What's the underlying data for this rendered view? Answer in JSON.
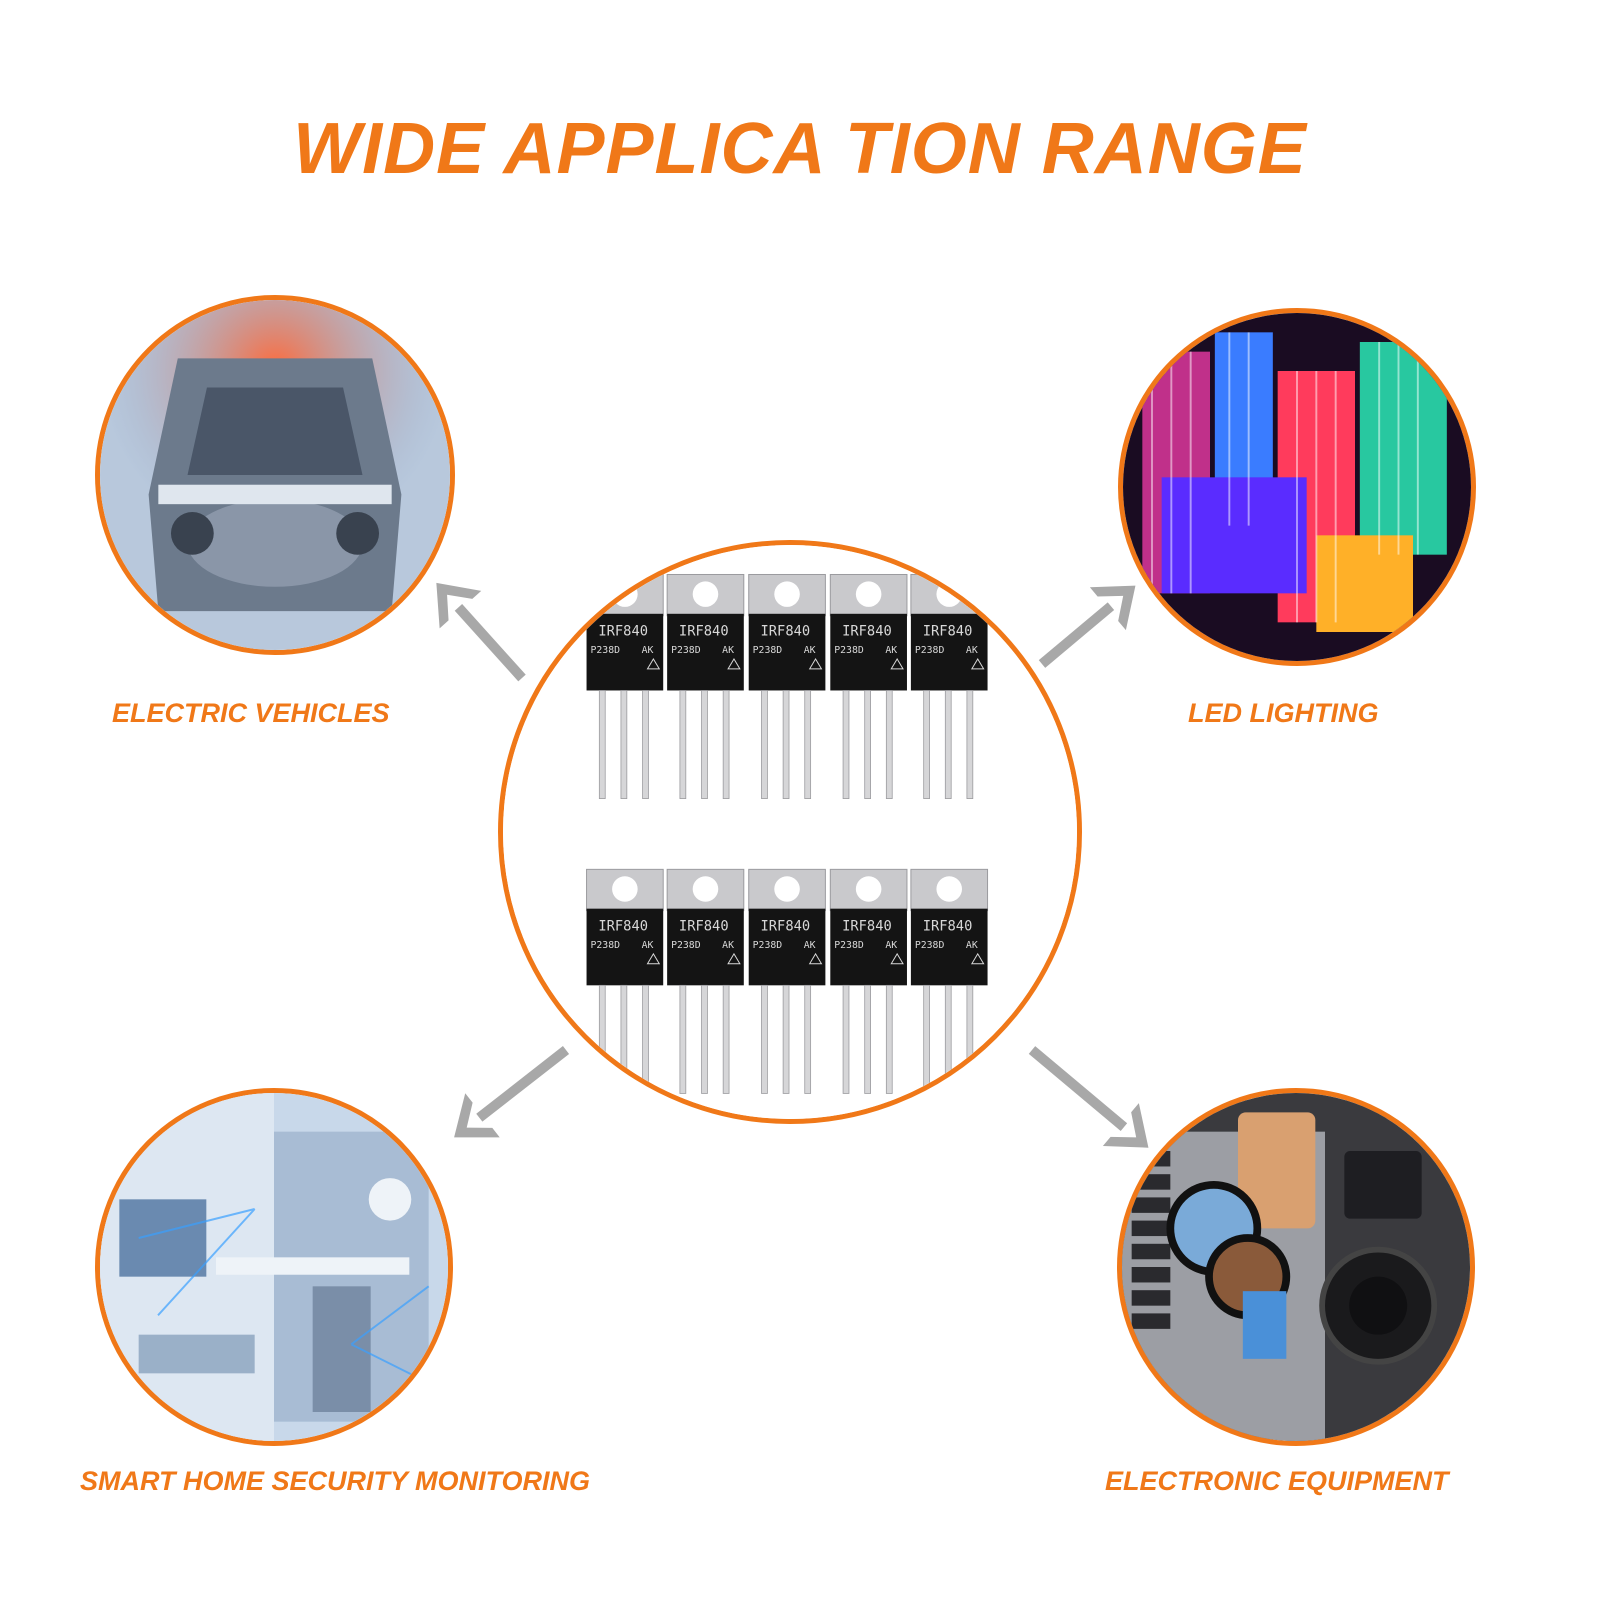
{
  "title": "WIDE APPLICA TION RANGE",
  "applications": [
    {
      "label": "ELECTRIC VEHICLES"
    },
    {
      "label": "LED LIGHTING"
    },
    {
      "label": "SMART HOME SECURITY MONITORING"
    },
    {
      "label": "ELECTRONIC EQUIPMENT"
    }
  ],
  "component": {
    "part_number": "IRF840",
    "code": "P238D",
    "suffix": "AK"
  },
  "colors": {
    "accent": "#f07818",
    "arrow": "#a8a8a8"
  }
}
